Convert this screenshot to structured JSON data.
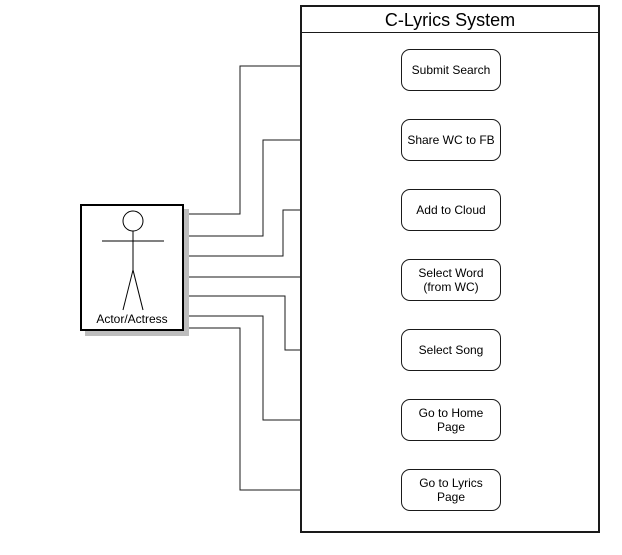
{
  "system": {
    "title": "C-Lyrics System"
  },
  "actor": {
    "label": "Actor/Actress",
    "icon": "stick-figure-icon"
  },
  "use_cases": [
    {
      "label": "Submit Search"
    },
    {
      "label": "Share WC to FB"
    },
    {
      "label": "Add to Cloud"
    },
    {
      "label": "Select Word\n(from WC)"
    },
    {
      "label": "Select Song"
    },
    {
      "label": "Go to Home\nPage"
    },
    {
      "label": "Go to Lyrics\nPage"
    }
  ],
  "colors": {
    "line": "#1a1a1a",
    "shadow": "#bdbdbd",
    "background": "#ffffff"
  }
}
